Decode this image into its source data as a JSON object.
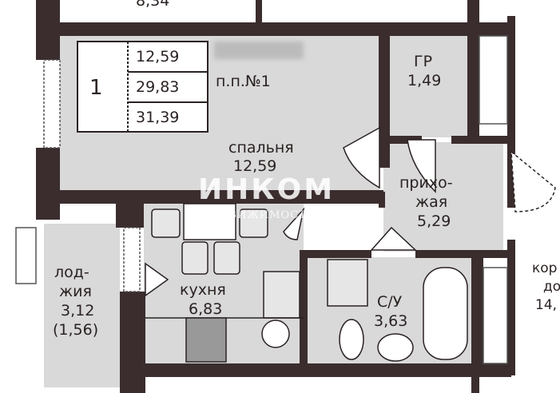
{
  "top_cut_area": "8,34",
  "apartment_table": {
    "rooms": "1",
    "living_area": "12,59",
    "total_area": "29,83",
    "total_with_loggia": "31,39"
  },
  "apartment_number": "п.п.№1",
  "rooms": [
    {
      "name": "спальня",
      "area": "12,59"
    },
    {
      "name": "ГР",
      "area": "1,49"
    },
    {
      "name": "прихо-",
      "name2": "жая",
      "area": "5,29"
    },
    {
      "name": "кухня",
      "area": "6,83"
    },
    {
      "name": "С/У",
      "area": "3,63"
    },
    {
      "name": "лод-",
      "name2": "жия",
      "area": "3,12",
      "area2": "(1,56)"
    }
  ],
  "corridor_cut": {
    "line1": "кор",
    "line2": "до",
    "line3": "14,"
  },
  "watermark": {
    "brand": "ИНКОМ",
    "sub": "НЕДВИЖИМОСТЬ"
  },
  "colors": {
    "wall": "#3b2d2e",
    "floor": "#d9d9d9"
  }
}
